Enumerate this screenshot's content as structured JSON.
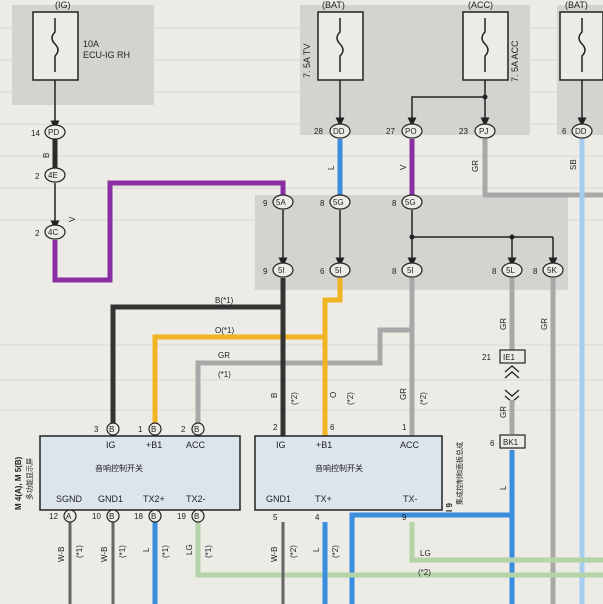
{
  "fuses": {
    "ig": {
      "source": "(IG)",
      "amp": "10A",
      "name": "ECU-IG RH"
    },
    "tv": {
      "source": "(BAT)",
      "label": "7. 5A TV"
    },
    "acc": {
      "source": "(ACC)",
      "label": "7. 5A ACC"
    },
    "bat2": {
      "source": "(BAT)"
    }
  },
  "connectors": {
    "c14PD": {
      "num": "14",
      "code": "PD"
    },
    "c24E": {
      "num": "2",
      "code": "4E"
    },
    "c24C": {
      "num": "2",
      "code": "4C"
    },
    "c28DD": {
      "num": "28",
      "code": "DD"
    },
    "c27PO": {
      "num": "27",
      "code": "PO"
    },
    "c23PJ": {
      "num": "23",
      "code": "PJ"
    },
    "c6DD": {
      "num": "6",
      "code": "DD"
    },
    "c95A": {
      "num": "9",
      "code": "5A"
    },
    "c85G_a": {
      "num": "8",
      "code": "5G"
    },
    "c85G_b": {
      "num": "8",
      "code": "5G"
    },
    "c95I": {
      "num": "9",
      "code": "5I"
    },
    "c65I": {
      "num": "6",
      "code": "5I"
    },
    "c85I": {
      "num": "8",
      "code": "5I"
    },
    "c85L": {
      "num": "8",
      "code": "5L"
    },
    "c85K": {
      "num": "8",
      "code": "5K"
    },
    "c21IE1": {
      "num": "21",
      "code": "IE1"
    },
    "c6BK1": {
      "num": "6",
      "code": "BK1"
    }
  },
  "wires": {
    "b_4e": "B",
    "v_left": "V",
    "l_28": "L",
    "v_27": "V",
    "gr_23": "GR",
    "sb_6": "SB",
    "b1": "B(*1)",
    "o1": "O(*1)",
    "gr_mid": "GR",
    "star1_gr": "(*1)",
    "b2": "B",
    "b2_note": "(*2)",
    "o2": "O",
    "o2_note": "(*2)",
    "gr2": "GR",
    "gr2_note": "(*2)",
    "gr_5l": "GR",
    "gr_5k": "GR",
    "gr_ie1": "GR",
    "l_bk1": "L",
    "wb_left": "W-B",
    "wb_left_note": "(*1)",
    "wb_10": "W-B",
    "wb_10_note": "(*1)",
    "l_18": "L",
    "l_18_note": "(*1)",
    "lg_19": "LG",
    "lg_19_note": "(*1)",
    "wb_5": "W-B",
    "wb_5_note": "(*2)",
    "l_4": "L",
    "l_4_note": "(*2)",
    "lg_9": "LG",
    "lg_9_note": "(*2)"
  },
  "switch1": {
    "id": "M 4(A), M 5(B)",
    "title_cn": "多功能显示屏",
    "name_cn": "音响控制开关",
    "top_pins": [
      {
        "num": "3",
        "code": "B",
        "label": "IG"
      },
      {
        "num": "1",
        "code": "B",
        "label": "+B1"
      },
      {
        "num": "2",
        "code": "B",
        "label": "ACC"
      }
    ],
    "bottom_pins": [
      {
        "num": "12",
        "code": "A",
        "label": "SGND"
      },
      {
        "num": "10",
        "code": "B",
        "label": "GND1"
      },
      {
        "num": "18",
        "code": "B",
        "label": "TX2+"
      },
      {
        "num": "19",
        "code": "B",
        "label": "TX2-"
      }
    ]
  },
  "switch2": {
    "id": "I 9",
    "title_cn": "集成控制和面板总成",
    "name_cn": "音响控制开关",
    "top_pins": [
      {
        "num": "2",
        "label": "IG"
      },
      {
        "num": "6",
        "label": "+B1"
      },
      {
        "num": "1",
        "label": "ACC"
      }
    ],
    "bottom_pins": [
      {
        "num": "5",
        "label": "GND1"
      },
      {
        "num": "4",
        "label": "TX+"
      },
      {
        "num": "9",
        "label": "TX-"
      }
    ]
  }
}
